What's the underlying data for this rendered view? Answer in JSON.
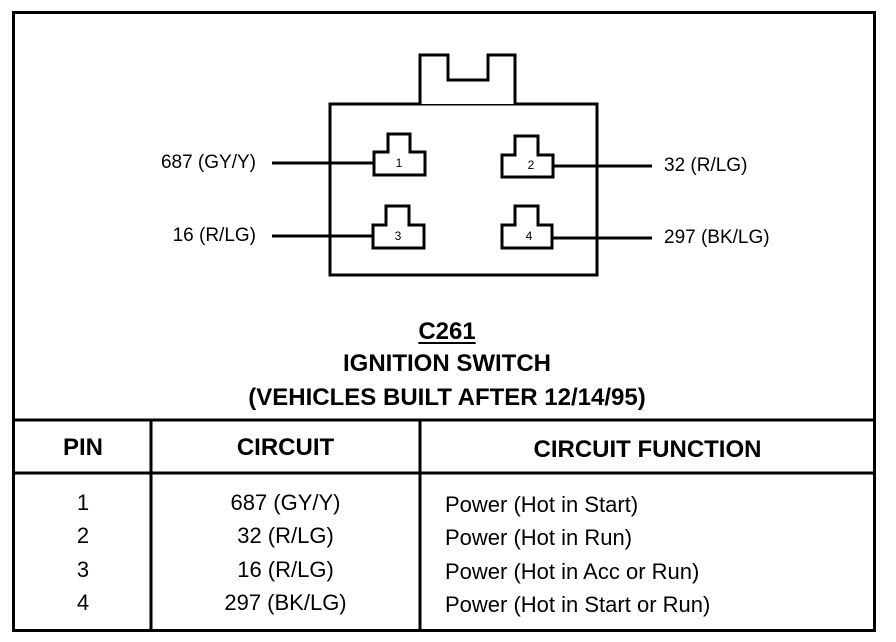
{
  "connector": {
    "id": "C261",
    "name": "IGNITION SWITCH",
    "note": "(VEHICLES BUILT AFTER 12/14/95)"
  },
  "pins": [
    {
      "pin": "1",
      "circuit": "687 (GY/Y)",
      "function": "Power (Hot in Start)"
    },
    {
      "pin": "2",
      "circuit": "32 (R/LG)",
      "function": "Power (Hot in Run)"
    },
    {
      "pin": "3",
      "circuit": "16 (R/LG)",
      "function": "Power (Hot in Acc or Run)"
    },
    {
      "pin": "4",
      "circuit": "297 (BK/LG)",
      "function": "Power (Hot in Start or Run)"
    }
  ],
  "table": {
    "headers": [
      "PIN",
      "CIRCUIT",
      "CIRCUIT FUNCTION"
    ]
  }
}
